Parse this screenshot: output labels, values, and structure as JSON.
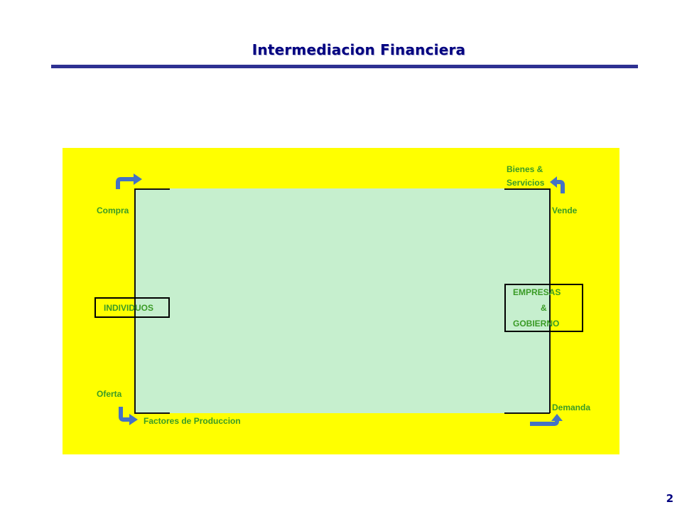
{
  "slide": {
    "title": "Intermediacion Financiera",
    "page_number": "2"
  },
  "diagram": {
    "left_node": "INDIVIDUOS",
    "right_node": {
      "line1": "EMPRESAS",
      "line2": "&",
      "line3": "GOBIERNO"
    },
    "labels": {
      "compra": "Compra",
      "bienes_line1": "Bienes &",
      "bienes_line2": "Servicios",
      "vende": "Vende",
      "oferta": "Oferta",
      "factores": "Factores de Produccion",
      "demanda": "Demanda"
    },
    "colors": {
      "background": "#ffff00",
      "inner": "#c6efce",
      "label_text": "#3a9b26",
      "arrow": "#4472c4",
      "title": "#000080",
      "rule": "#2e3192"
    }
  }
}
